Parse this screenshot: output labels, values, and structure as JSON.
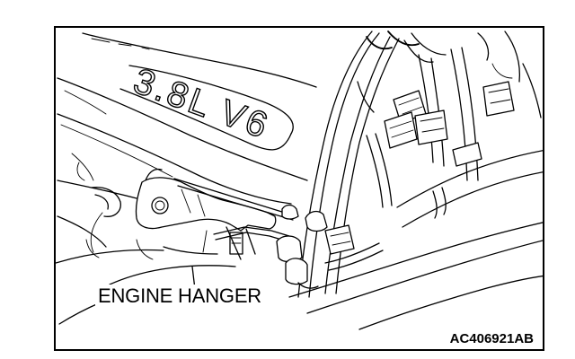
{
  "callout": {
    "engine_hanger": "ENGINE HANGER"
  },
  "figure": {
    "id": "AC406921AB",
    "engine_mark": "3.8L V6"
  },
  "colors": {
    "line": "#000000",
    "background": "#ffffff"
  }
}
